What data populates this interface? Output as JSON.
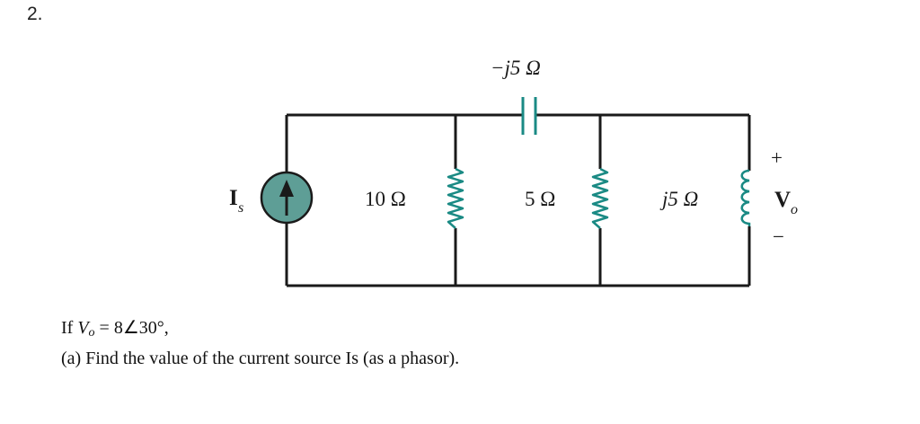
{
  "problem_number": "2.",
  "circuit": {
    "source_label": "I",
    "source_sub": "s",
    "r1_label": "10 Ω",
    "cap_label": "−j5 Ω",
    "r2_label": "5 Ω",
    "ind_label": "j5 Ω",
    "out_plus": "+",
    "out_minus": "−",
    "out_label": "V",
    "out_sub": "o"
  },
  "problem": {
    "line1_if": "If ",
    "line1_var": "V",
    "line1_sub": "o",
    "line1_rest": " = 8∠30°,",
    "line2": "(a) Find the value of the current source Is (as a phasor)."
  },
  "colors": {
    "wire": "#1a1a1a",
    "component": "#1a8a84",
    "source_fill": "#5e9e96"
  }
}
